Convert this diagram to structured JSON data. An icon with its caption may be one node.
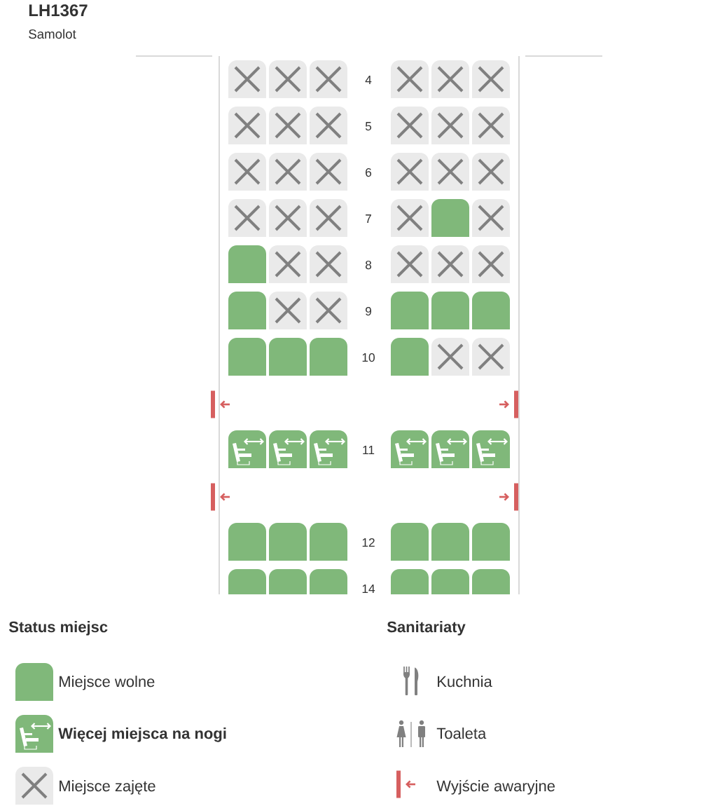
{
  "diagram": {
    "title": "LH1367",
    "labels": [
      "Samolot",
      "4",
      "5",
      "6",
      "7",
      "8",
      "9",
      "10",
      "11",
      "12",
      "14",
      "Status miejsc",
      "Sanitariaty"
    ],
    "legend": [
      {
        "text": "Miejsce wolne",
        "color": "#80b87a"
      },
      {
        "text": "Więcej miejsca na nogi"
      },
      {
        "text": "Miejsce zajęte"
      },
      {
        "text": "Kuchnia"
      },
      {
        "text": "Toaleta"
      },
      {
        "text": "Wyjście awaryjne"
      }
    ]
  }
}
